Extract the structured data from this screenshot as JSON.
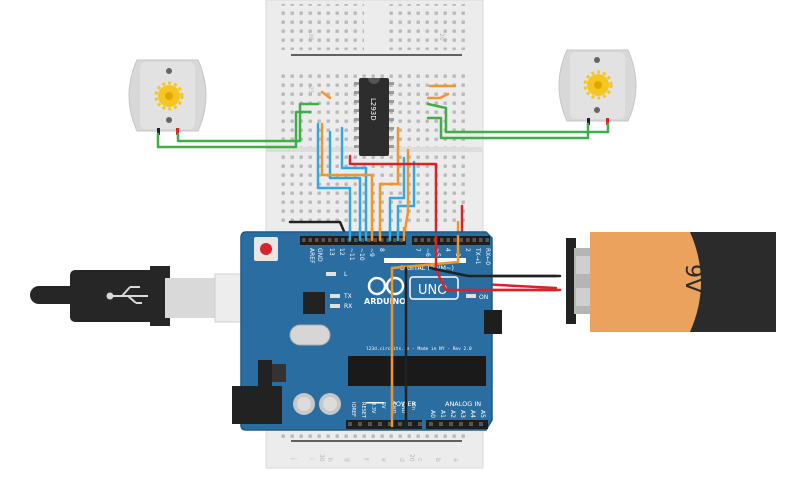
{
  "ic": {
    "label": "L293D"
  },
  "arduino": {
    "brand": "ARDUINO",
    "model": "UNO",
    "digital_label": "DIGITAL (PWM~)",
    "power_label": "POWER",
    "analog_label": "ANALOG IN",
    "website": "l23d.circuits.io - Made in NY - Rev 2.0",
    "on_label": "ON",
    "tx_label": "TX",
    "rx_label": "RX",
    "l_label": "L",
    "digital_pins": [
      "AREF",
      "GND",
      "13",
      "12",
      "~11",
      "~10",
      "~9",
      "8",
      "7",
      "~6",
      "~5",
      "4",
      "~3",
      "2",
      "TX→1",
      "RX←0"
    ],
    "power_pins": [
      "IOREF",
      "RESET",
      "3.3V",
      "5V",
      "GND",
      "GND",
      "Vin"
    ],
    "analog_pins": [
      "A0",
      "A1",
      "A2",
      "A3",
      "A4",
      "A5"
    ]
  },
  "battery": {
    "label": "9V"
  },
  "breadboard": {
    "top_numbers": [
      "30",
      "25",
      "20",
      "15",
      "10",
      "5"
    ],
    "bottom_numbers": [
      "30",
      "25",
      "20",
      "15",
      "10",
      "5"
    ],
    "row_letters": [
      "j",
      "i",
      "h",
      "g",
      "f",
      "e",
      "d",
      "c",
      "b",
      "a"
    ]
  },
  "colors": {
    "wire_green": "#3fae49",
    "wire_blue": "#35a7e0",
    "wire_orange": "#f0962b",
    "wire_red": "#d9232b",
    "wire_black": "#222222",
    "board_blue": "#2a6da1",
    "battery_orange": "#eaa25c",
    "motor_gear": "#f7c520"
  }
}
